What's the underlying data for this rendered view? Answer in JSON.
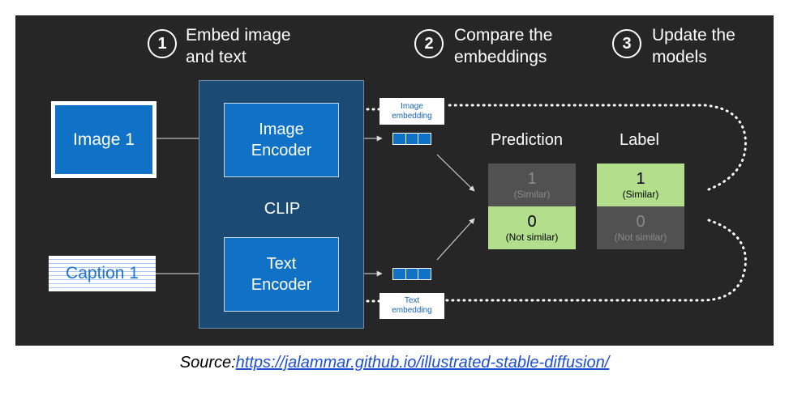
{
  "steps": [
    {
      "number": "1",
      "line1": "Embed image",
      "line2": "and text"
    },
    {
      "number": "2",
      "line1": "Compare the",
      "line2": "embeddings"
    },
    {
      "number": "3",
      "line1": "Update the",
      "line2": "models"
    }
  ],
  "inputs": {
    "image": "Image 1",
    "caption": "Caption 1"
  },
  "clip": {
    "label": "CLIP",
    "image_encoder": {
      "line1": "Image",
      "line2": "Encoder"
    },
    "text_encoder": {
      "line1": "Text",
      "line2": "Encoder"
    }
  },
  "embeddings": {
    "image": {
      "line1": "Image",
      "line2": "embedding"
    },
    "text": {
      "line1": "Text",
      "line2": "embedding"
    }
  },
  "comparison": {
    "prediction_header": "Prediction",
    "label_header": "Label",
    "prediction": [
      {
        "value": "1",
        "text": "(Similar)",
        "highlight": false
      },
      {
        "value": "0",
        "text": "(Not similar)",
        "highlight": true
      }
    ],
    "label": [
      {
        "value": "1",
        "text": "(Similar)",
        "highlight": true
      },
      {
        "value": "0",
        "text": "(Not similar)",
        "highlight": false
      }
    ]
  },
  "colors": {
    "background": "#262626",
    "encoder": "#0f72c6",
    "clip_box": "#1b4a73",
    "match": "#b3de8c",
    "nonmatch": "#515151"
  },
  "source": {
    "prefix": "Source:",
    "link": "https://jalammar.github.io/illustrated-stable-diffusion/"
  }
}
